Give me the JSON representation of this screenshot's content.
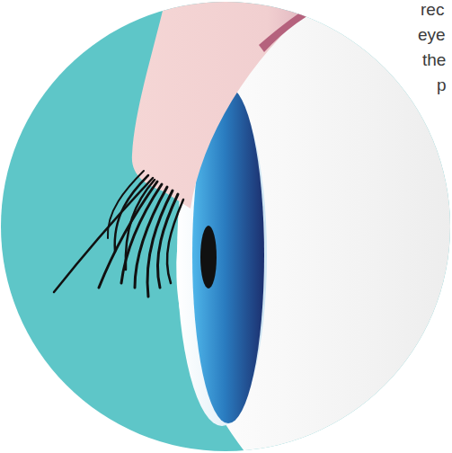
{
  "diagram": {
    "labels": [
      "rec",
      "eye",
      "the",
      "p"
    ]
  }
}
